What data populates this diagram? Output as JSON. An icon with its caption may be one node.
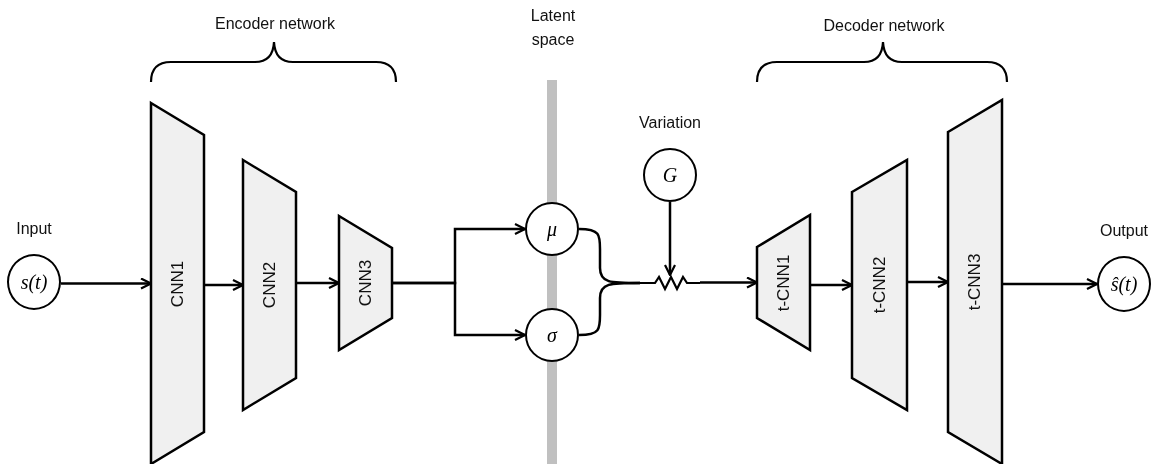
{
  "diagram": {
    "nodes": [
      {
        "text": [
          "s(t)"
        ],
        "beside": [
          "Input"
        ]
      },
      {
        "text": [
          "CNN1"
        ]
      },
      {
        "text": [
          "CNN2"
        ]
      },
      {
        "text": [
          "CNN3"
        ]
      },
      {
        "text": [
          "μ"
        ]
      },
      {
        "text": [
          "σ"
        ]
      },
      {
        "text": [
          "G"
        ],
        "beside": [
          "Variation"
        ]
      },
      {
        "text": [],
        "shape": "zigzag"
      },
      {
        "text": [
          "t-CNN1"
        ]
      },
      {
        "text": [
          "t-CNN2"
        ]
      },
      {
        "text": [
          "t-CNN3"
        ]
      },
      {
        "text": [
          "ŝ(t)"
        ],
        "beside": [
          "Output"
        ]
      }
    ],
    "edges": [
      {
        "from": 0,
        "to": 1,
        "arrow": "to"
      },
      {
        "from": 1,
        "to": 2,
        "arrow": "to"
      },
      {
        "from": 2,
        "to": 3,
        "arrow": "to"
      },
      {
        "from": 3,
        "to": 4,
        "arrow": "to"
      },
      {
        "from": 3,
        "to": 5,
        "arrow": "to"
      },
      {
        "from": 4,
        "to": 7,
        "arrow": "none"
      },
      {
        "from": 5,
        "to": 7,
        "arrow": "none"
      },
      {
        "from": 6,
        "to": 7,
        "arrow": "to"
      },
      {
        "from": 7,
        "to": 8,
        "arrow": "to"
      },
      {
        "from": 8,
        "to": 9,
        "arrow": "to"
      },
      {
        "from": 9,
        "to": 10,
        "arrow": "to"
      },
      {
        "from": 10,
        "to": 11,
        "arrow": "to"
      }
    ],
    "labels": [
      "Encoder network",
      "Latent space",
      "Decoder network"
    ]
  }
}
